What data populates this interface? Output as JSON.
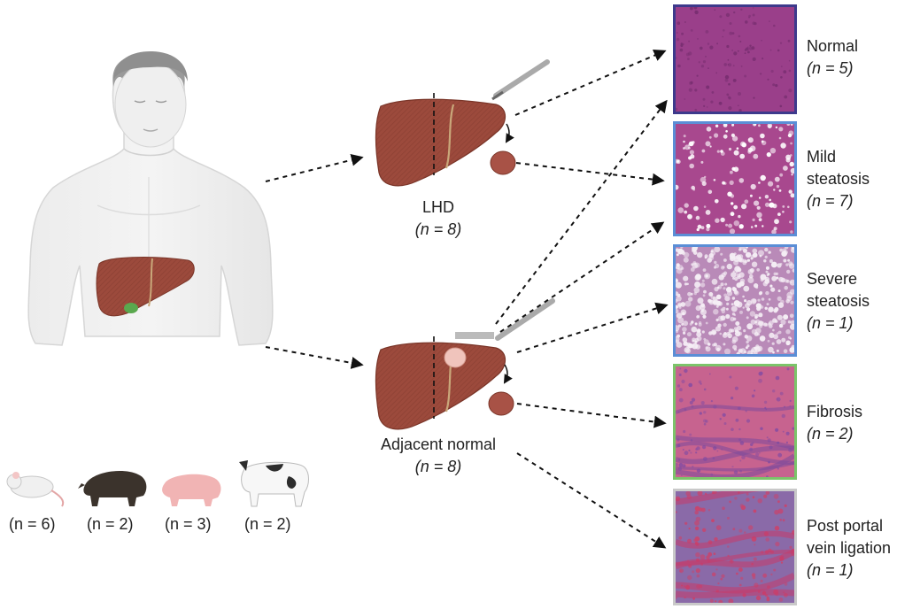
{
  "liver_groups": [
    {
      "label": "LHD",
      "count": "(n = 8)"
    },
    {
      "label": "Adjacent normal",
      "count": "(n = 8)"
    }
  ],
  "categories": [
    {
      "line1": "Normal",
      "line2": "",
      "line3": "(n = 5)",
      "border": "#3d3a8c"
    },
    {
      "line1": "Mild",
      "line2": "steatosis",
      "line3": "(n = 7)",
      "border": "#5b8ed6"
    },
    {
      "line1": "Severe",
      "line2": "steatosis",
      "line3": "(n = 1)",
      "border": "#5b8ed6"
    },
    {
      "line1": "Fibrosis",
      "line2": "",
      "line3": "(n = 2)",
      "border": "#7cc46a"
    },
    {
      "line1": "Post portal",
      "line2": "vein ligation",
      "line3": "(n = 1)",
      "border": "#c9c9c9"
    }
  ],
  "animals": [
    {
      "icon": "rat-icon",
      "count": "(n = 6)"
    },
    {
      "icon": "wild-boar-icon",
      "count": "(n = 2)"
    },
    {
      "icon": "pig-icon",
      "count": "(n = 3)"
    },
    {
      "icon": "cow-icon",
      "count": "(n = 2)"
    }
  ],
  "colors": {
    "liver": "#9c4a3c",
    "tissue": "#b2507a",
    "arrow": "#111111"
  }
}
